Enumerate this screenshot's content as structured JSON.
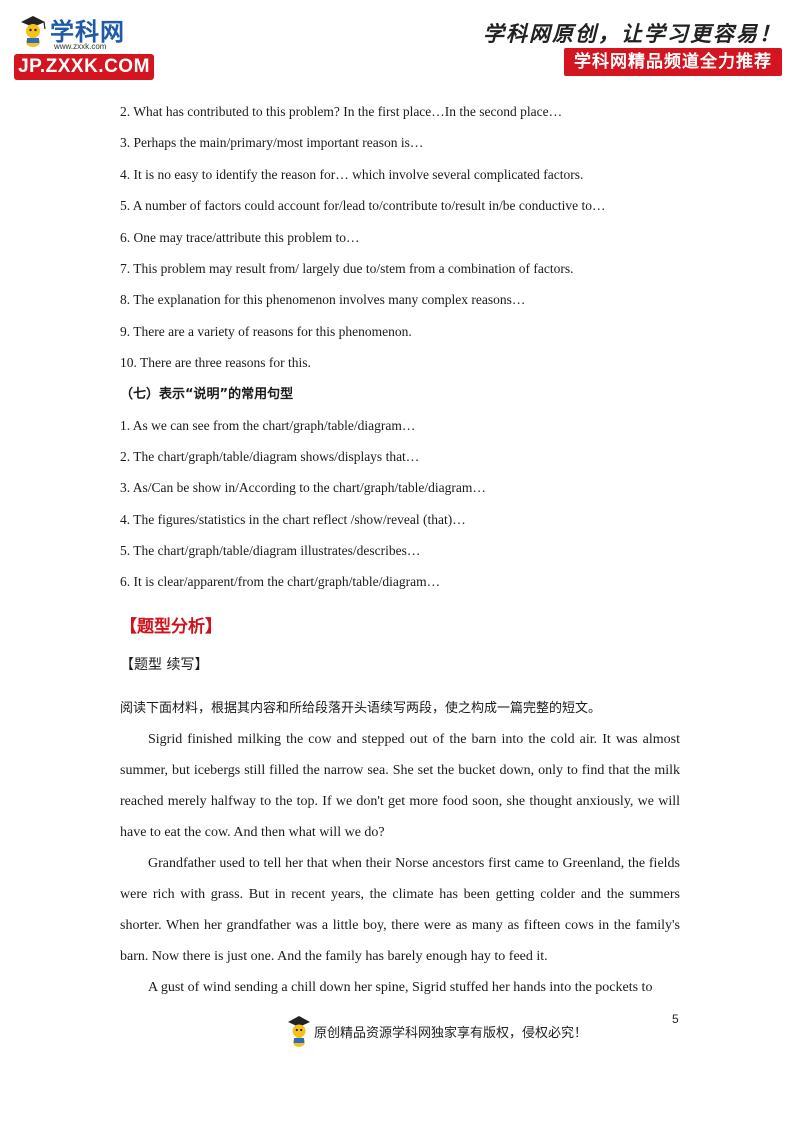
{
  "header": {
    "logo_name": "学科网",
    "logo_url": "www.zxxk.com",
    "logo_badge": "JP.ZXXK.COM",
    "slogan": "学科网原创，让学习更容易！",
    "slogan_badge": "学科网精品频道全力推荐"
  },
  "lines_a": [
    "2. What has contributed to this problem? In the first place…In the second place…",
    "3. Perhaps the main/primary/most important reason is…",
    "4. It is no easy to identify the reason for… which involve several complicated factors.",
    "5. A number of factors could account for/lead to/contribute to/result in/be conductive to…",
    "6. One may trace/attribute this problem to…",
    "7. This problem may result from/ largely due to/stem from a combination of factors.",
    "8. The explanation for this phenomenon involves many complex reasons…",
    "9. There are a variety of reasons for this phenomenon.",
    "10. There are three reasons for this."
  ],
  "subheading": "（七）表示“说明”的常用句型",
  "lines_b": [
    "1. As we can see from the chart/graph/table/diagram…",
    "2. The chart/graph/table/diagram shows/displays that…",
    "3. As/Can be show in/According to the chart/graph/table/diagram…",
    "4. The figures/statistics in the chart reflect /show/reveal (that)…",
    "5. The chart/graph/table/diagram illustrates/describes…",
    "6. It is clear/apparent/from the chart/graph/table/diagram…"
  ],
  "section_title": "【题型分析】",
  "type_label": "【题型  续写】",
  "instruction": "阅读下面材料，根据其内容和所给段落开头语续写两段，使之构成一篇完整的短文。",
  "paragraphs": [
    "Sigrid finished milking the cow and stepped out of the barn into the cold air. It was almost summer, but icebergs still filled the narrow sea. She set the bucket down, only to find that the milk reached merely halfway to the top. If we don't get more food soon, she thought anxiously, we will have to eat the cow. And then what will we do?",
    "Grandfather used to tell her that when their Norse ancestors first came to Greenland, the fields were rich with grass. But in recent years, the climate has been getting colder and the summers shorter. When her grandfather was a little boy, there were as many as fifteen cows in the family's barn. Now there is just one. And the family has barely enough hay to feed it.",
    "A gust of wind sending a chill down her spine, Sigrid stuffed her hands into the pockets to"
  ],
  "page_number": "5",
  "footer_text": "原创精品资源学科网独家享有版权，侵权必究！",
  "colors": {
    "brand_red": "#d4141e",
    "heading_red": "#d0121b",
    "logo_blue": "#1e5aa8"
  }
}
